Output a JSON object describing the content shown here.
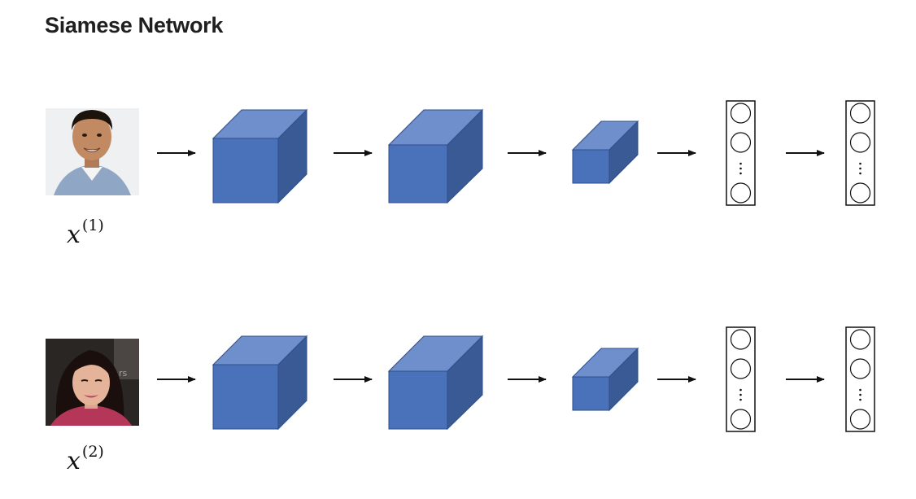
{
  "title": "Siamese Network",
  "rows": [
    {
      "id": "row-1",
      "label_var": "x",
      "label_sup": "(1)"
    },
    {
      "id": "row-2",
      "label_var": "x",
      "label_sup": "(2)"
    }
  ],
  "colors": {
    "cube_front": "#4a72bb",
    "cube_top": "#6f8fcc",
    "cube_side": "#3a5a96",
    "cube_stroke": "#2d4f8a",
    "arrow": "#111111",
    "vector_stroke": "#111111"
  },
  "icons": {
    "person1": "male-face-photo",
    "person2": "female-face-photo"
  }
}
